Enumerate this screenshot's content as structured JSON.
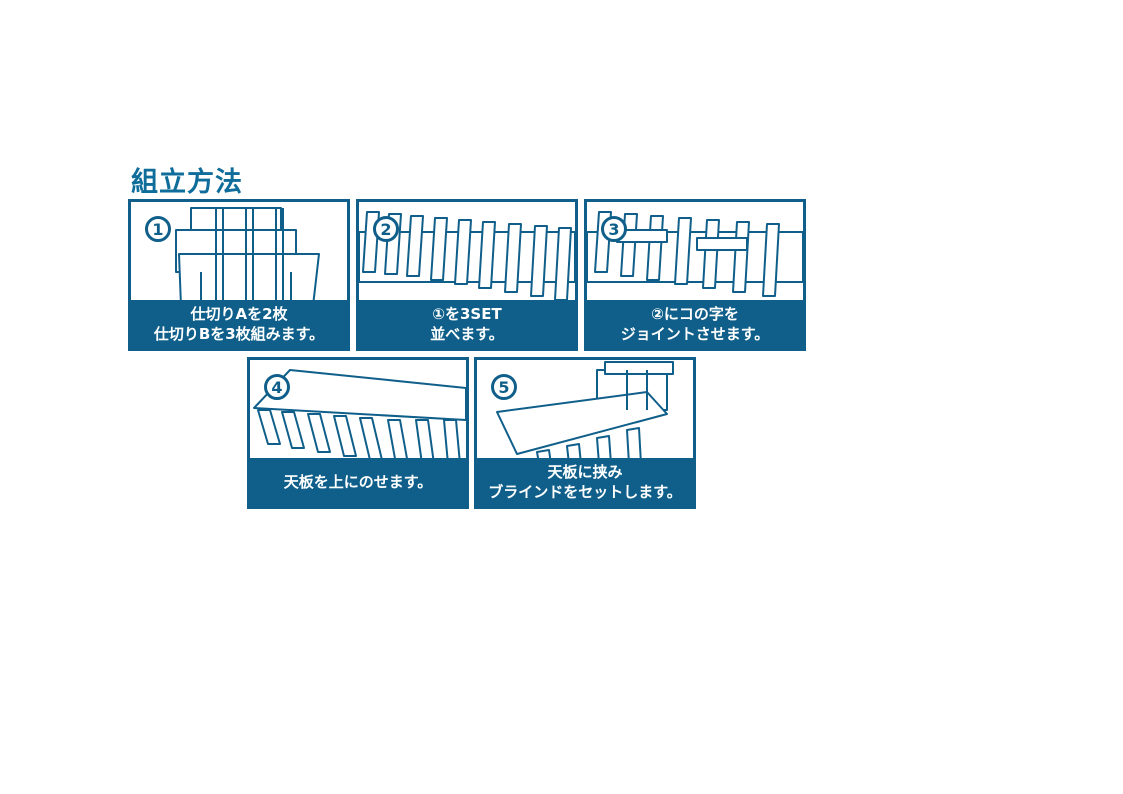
{
  "title": "組立方法",
  "steps": [
    {
      "num": "1",
      "line1": "仕切りAを2枚",
      "line2": "仕切りBを3枚組みます。"
    },
    {
      "num": "2",
      "line1": "①を3SET",
      "line2": "並べます。"
    },
    {
      "num": "3",
      "line1": "②にコの字を",
      "line2": "ジョイントさせます。"
    },
    {
      "num": "4",
      "line1": "天板を上にのせます。",
      "line2": ""
    },
    {
      "num": "5",
      "line1": "天板に挟み",
      "line2": "ブラインドをセットします。"
    }
  ],
  "colors": {
    "primary": "#0f5f8a",
    "title": "#0f6d9b"
  }
}
